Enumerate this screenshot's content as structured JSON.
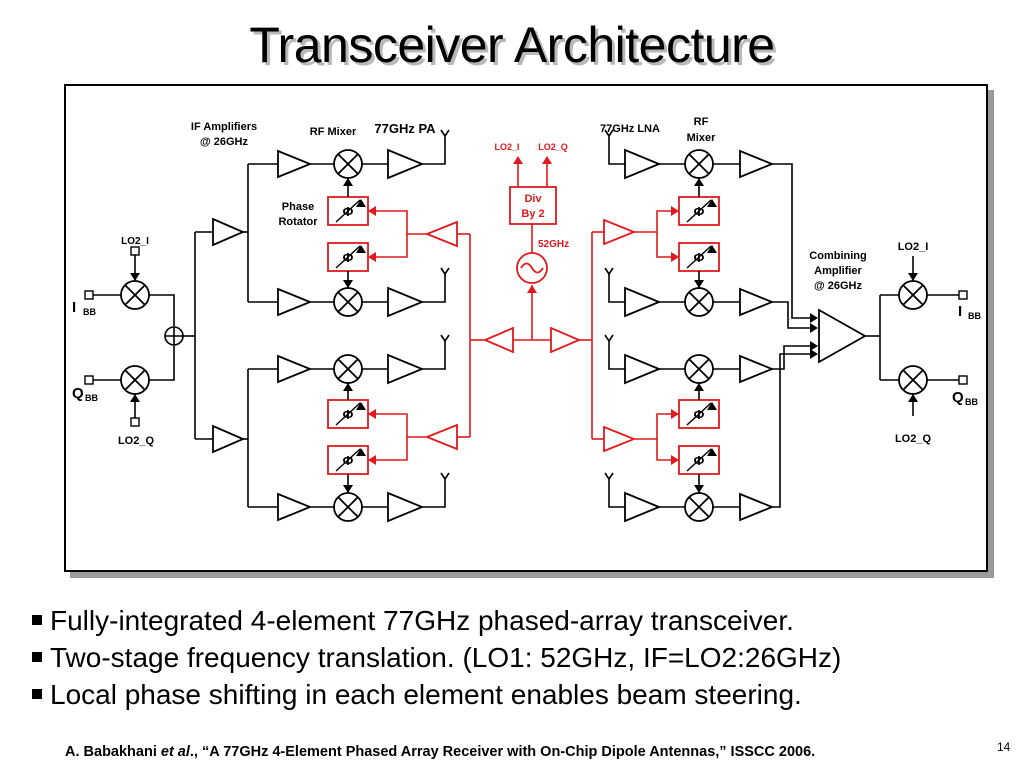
{
  "title": "Transceiver Architecture",
  "diagram": {
    "labels": {
      "if_amplifiers": [
        "IF Amplifiers",
        "@ 26GHz"
      ],
      "rf_mixer_tx": "RF Mixer",
      "pa": "77GHz PA",
      "phase_rotator": [
        "Phase",
        "Rotator"
      ],
      "lna": "77GHz LNA",
      "rf_mixer_rx": [
        "RF",
        "Mixer"
      ],
      "combining_amplifier": [
        "Combining",
        "Amplifier",
        "@ 26GHz"
      ],
      "lo2_i": "LO2_I",
      "lo2_q": "LO2_Q",
      "div": [
        "Div",
        "By 2"
      ],
      "freq_52": "52GHz",
      "phi": "Φ",
      "i_bb": "I",
      "q_bb": "Q",
      "bb_sub": "BB"
    },
    "colors": {
      "tx_rx": "#000000",
      "lo_path": "#e0191c"
    }
  },
  "bullets": [
    "Fully-integrated 4-element 77GHz phased-array transceiver.",
    "Two-stage frequency translation. (LO1: 52GHz, IF=LO2:26GHz)",
    "Local phase shifting in each element enables beam steering."
  ],
  "citation": {
    "authors": "A. Babakhani ",
    "etal": "et al",
    "rest": "., “A 77GHz 4-Element Phased Array Receiver with On-Chip Dipole Antennas,” ISSCC 2006."
  },
  "page_number": "14"
}
